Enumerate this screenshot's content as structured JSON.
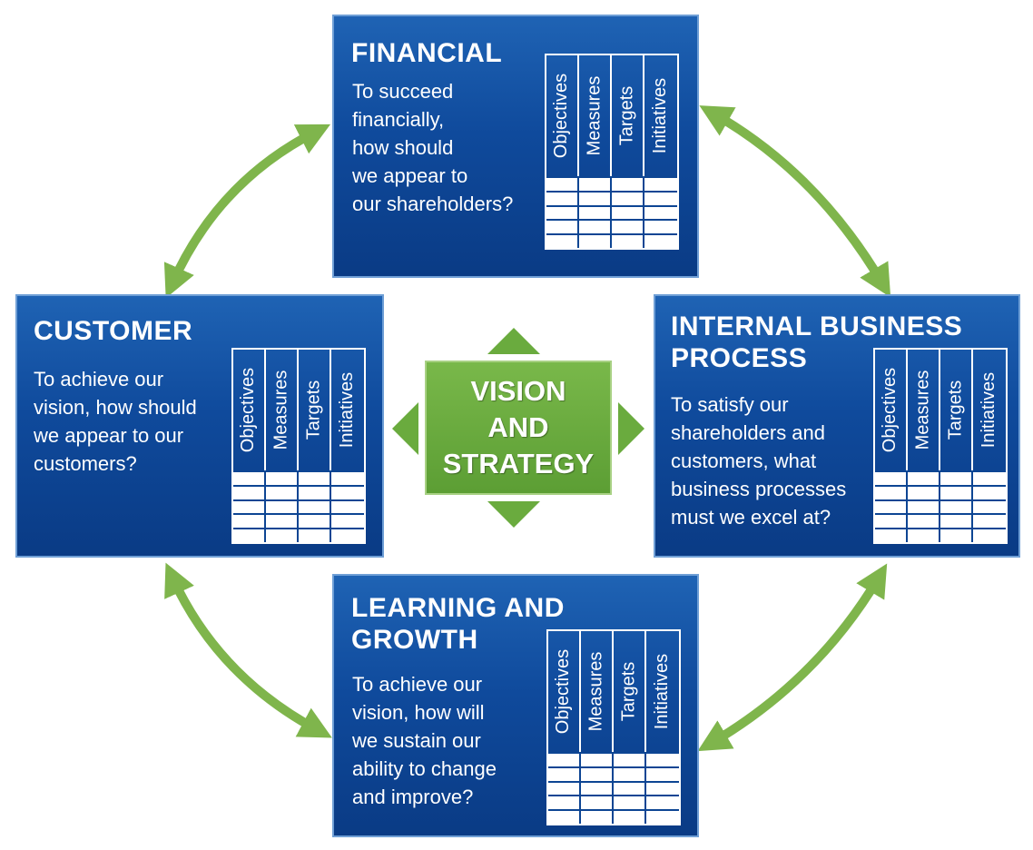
{
  "diagram": {
    "center": {
      "label": "VISION\nAND\nSTRATEGY"
    },
    "grid_headers": [
      "Objectives",
      "Measures",
      "Targets",
      "Initiatives"
    ],
    "perspectives": {
      "financial": {
        "title": "FINANCIAL",
        "question": "To succeed\nfinancially,\nhow should\nwe appear to\nour shareholders?"
      },
      "customer": {
        "title": "CUSTOMER",
        "question": "To achieve our\nvision, how should\nwe appear to our\ncustomers?"
      },
      "internal": {
        "title": "INTERNAL BUSINESS\nPROCESS",
        "question": "To satisfy our\nshareholders and\ncustomers, what\nbusiness processes\nmust we excel at?"
      },
      "learning": {
        "title": "LEARNING AND\nGROWTH",
        "question": "To achieve our\nvision, how will\nwe sustain our\nability to change\nand improve?"
      }
    },
    "colors": {
      "box_blue": "#0f4a9c",
      "arrow_green": "#7fb54c",
      "center_green": "#5c9e34"
    }
  }
}
